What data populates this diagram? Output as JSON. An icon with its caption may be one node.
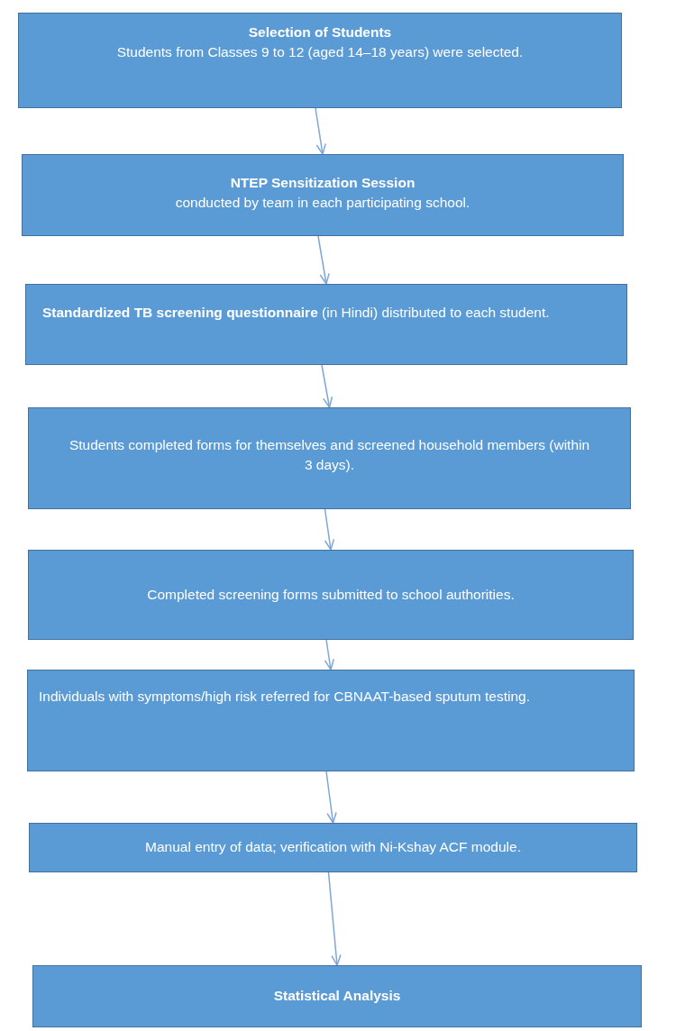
{
  "diagram": {
    "nodes": [
      {
        "text": [
          "Selection of Students",
          "Students from Classes 9 to 12 (aged 14–18 years) were selected."
        ]
      },
      {
        "text": [
          "NTEP Sensitization Session",
          "conducted by team in each participating school."
        ]
      },
      {
        "text": [
          "**Standardized TB screening questionnaire** (in Hindi) distributed to each student."
        ]
      },
      {
        "text": [
          "Students completed forms for themselves and screened household members (within 3 days)."
        ]
      },
      {
        "text": [
          "Completed screening forms submitted to school authorities."
        ]
      },
      {
        "text": [
          "Individuals with symptoms/high risk referred for CBNAAT-based sputum testing."
        ]
      },
      {
        "text": [
          "Manual entry of data; verification with Ni-Kshay ACF module."
        ]
      },
      {
        "text": [
          "Statistical Analysis"
        ]
      }
    ],
    "edges": [
      {
        "from": 0,
        "to": 1,
        "arrow": "to"
      },
      {
        "from": 1,
        "to": 2,
        "arrow": "to"
      },
      {
        "from": 2,
        "to": 3,
        "arrow": "to"
      },
      {
        "from": 3,
        "to": 4,
        "arrow": "to"
      },
      {
        "from": 4,
        "to": 5,
        "arrow": "to"
      },
      {
        "from": 5,
        "to": 6,
        "arrow": "to"
      },
      {
        "from": 6,
        "to": 7,
        "arrow": "to"
      }
    ]
  }
}
